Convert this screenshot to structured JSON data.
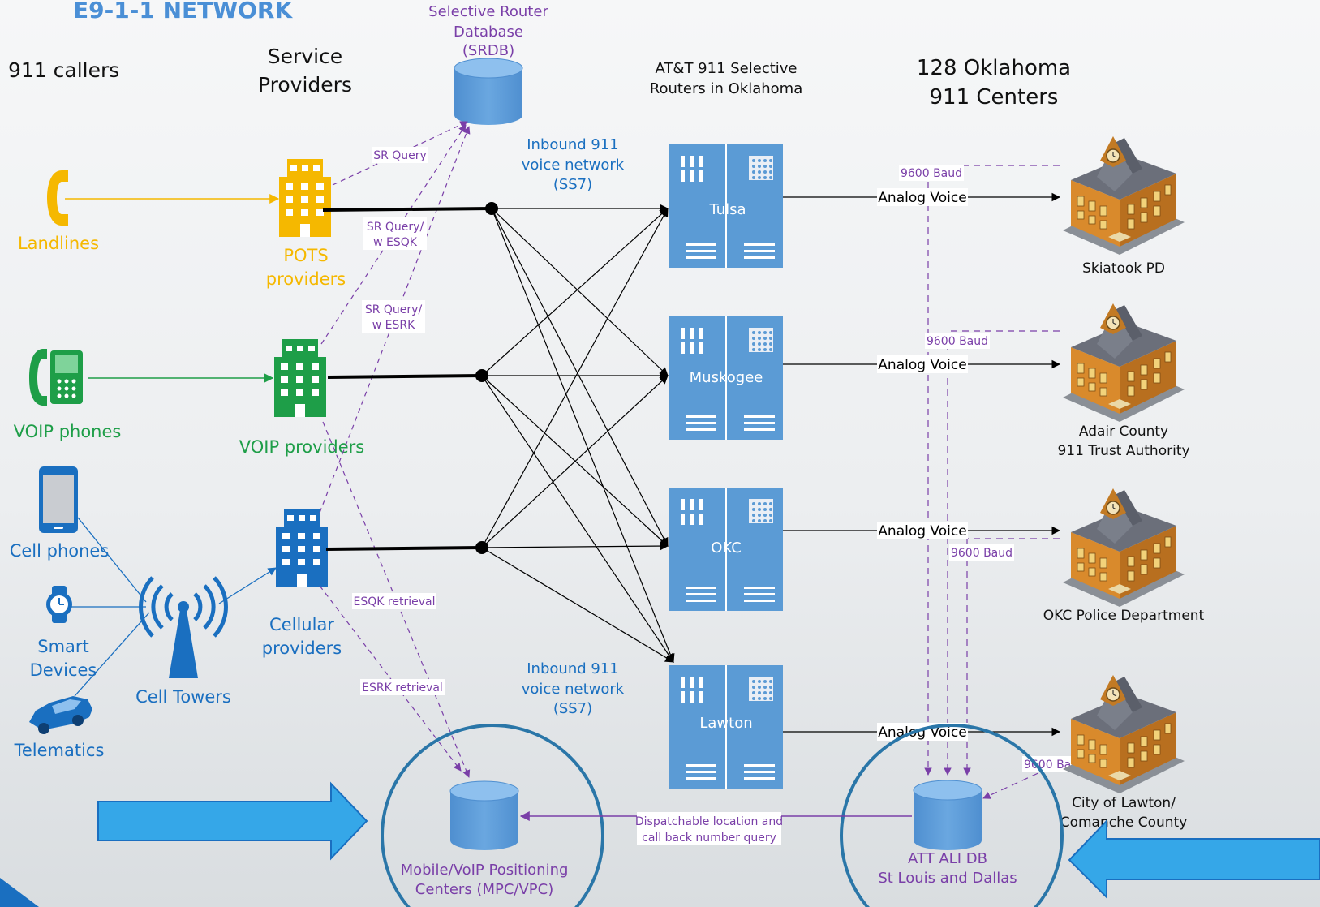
{
  "title": "E9-1-1 NETWORK",
  "colors": {
    "landline": "#f5b800",
    "voip": "#1e9e48",
    "cell": "#1a6fc0",
    "purple": "#7a3fa8",
    "router": "#5b9bd5",
    "arrow": "#35a7e8",
    "circle": "#2a76a8"
  },
  "headers": {
    "callers": "911 callers",
    "sp_line1": "Service",
    "sp_line2": "Providers",
    "att_line1": "AT&T 911 Selective",
    "att_line2": "Routers in Oklahoma",
    "centers_line1": "128 Oklahoma",
    "centers_line2": "911 Centers"
  },
  "srdb": {
    "line1": "Selective Router",
    "line2": "Database",
    "line3": "(SRDB)"
  },
  "callers": {
    "landlines": "Landlines",
    "voip_phones": "VOIP phones",
    "cell_phones": "Cell phones",
    "smart_line1": "Smart",
    "smart_line2": "Devices",
    "telematics": "Telematics",
    "cell_towers": "Cell Towers"
  },
  "providers": {
    "pots_line1": "POTS",
    "pots_line2": "providers",
    "voip": "VOIP providers",
    "cellular_line1": "Cellular",
    "cellular_line2": "providers"
  },
  "queries": {
    "sr_query": "SR Query",
    "sr_esqk_line1": "SR Query/",
    "sr_esqk_line2": "w ESQK",
    "sr_esrk_line1": "SR Query/",
    "sr_esrk_line2": "w ESRK",
    "esqk_retrieval": "ESQK retrieval",
    "esrk_retrieval": "ESRK retrieval"
  },
  "network": {
    "inbound_top_line1": "Inbound 911",
    "inbound_top_line2": "voice network",
    "inbound_top_line3": "(SS7)",
    "inbound_bottom_line1": "Inbound 911",
    "inbound_bottom_line2": "voice network",
    "inbound_bottom_line3": "(SS7)"
  },
  "routers": [
    "Tulsa",
    "Muskogee",
    "OKC",
    "Lawton"
  ],
  "links": {
    "analog_voice": "Analog Voice",
    "baud": "9600 Baud"
  },
  "centers": {
    "skiatook": "Skiatook PD",
    "adair_line1": "Adair County",
    "adair_line2": "911 Trust Authority",
    "okc_pd": "OKC Police Department",
    "lawton_line1": "City of Lawton/",
    "lawton_line2": "Comanche County"
  },
  "mpc": {
    "line1": "Mobile/VoIP Positioning",
    "line2": "Centers (MPC/VPC)"
  },
  "ali": {
    "line1": "ATT ALI DB",
    "line2": "St Louis and Dallas"
  },
  "dispatch_query": {
    "line1": "Dispatchable  location and",
    "line2": "call back number query"
  }
}
